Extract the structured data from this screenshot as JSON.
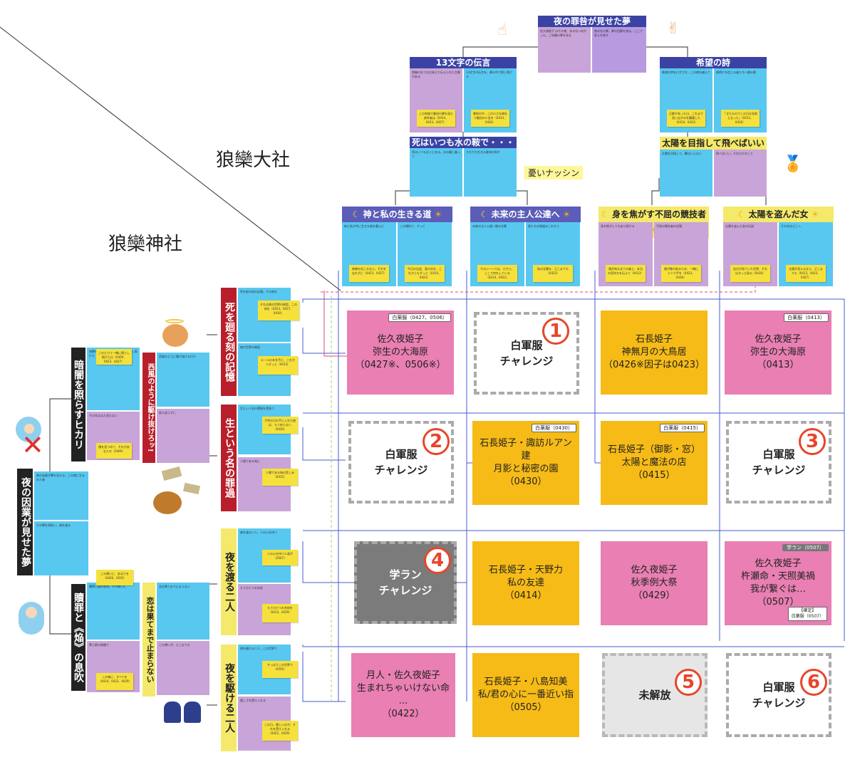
{
  "labels": {
    "taisha": "狼欒大社",
    "jinja": "狼欒神社",
    "natsushin": "憂いナッシン"
  },
  "icons": {
    "hand_one": "☝",
    "hand_two": "✌",
    "medal": "🏅",
    "cross": "✕",
    "baby": "baby-icon",
    "angel": "angel-icon",
    "cat": "cat-icon",
    "money": "money-icon",
    "couple": "couple-icon"
  },
  "top_tree": {
    "root": "夜の罪咎が見せた夢",
    "left": "13文字の伝言",
    "right": "希望の詩",
    "left_sub": "死はいつも水の鞍で・・・",
    "right_sub": "太陽を目指して飛べばいい",
    "leaf1": "神と私の生きる道",
    "leaf2": "未来の主人公達へ",
    "leaf3": "身を焦がす不屈の競技者",
    "leaf4": "太陽を盗んだ女"
  },
  "left_tree": {
    "root": "夜の因業が見せた夢",
    "b1": "暗闇を照らすヒカリ",
    "b2": "贖罪と《焔》の息吹",
    "b1a": "西風のように駆け抜けろッ!",
    "b2a": "恋は果てまで止まらない",
    "r1": "死を廻る刻の記憶",
    "r2": "生という名の罪過",
    "r3": "夜を渡る二人",
    "r4": "夜を駆ける二人"
  },
  "cards": {
    "c11": {
      "tag": "白薬服（0427、0506）",
      "l1": "佐久夜姫子",
      "l2": "弥生の大海原",
      "l3": "（0427※、0506※）"
    },
    "c12": {
      "l1": "白軍服",
      "l2": "チャレンジ",
      "num": "1"
    },
    "c13": {
      "l1": "石長姫子",
      "l2": "神無月の大鳥居",
      "l3": "（0426※因子は0423）"
    },
    "c14": {
      "tag": "白薬服（0413）",
      "l1": "佐久夜姫子",
      "l2": "弥生の大海原",
      "l3": "（0413）"
    },
    "c21": {
      "l1": "白軍服",
      "l2": "チャレンジ",
      "num": "2"
    },
    "c22": {
      "tag": "白薬服（0430）",
      "l1": "石長姫子・諏訪ルアン",
      "l2": "建",
      "l3": "月影と秘密の園",
      "l4": "（0430）"
    },
    "c23": {
      "tag": "白薬服（0415）",
      "l1": "石長姫子（御影・窓）",
      "l2": "太陽と魔法の店",
      "l3": "（0415）"
    },
    "c24": {
      "l1": "白軍服",
      "l2": "チャレンジ",
      "num": "3"
    },
    "c31": {
      "l1": "学ラン",
      "l2": "チャレンジ",
      "num": "4"
    },
    "c32": {
      "l1": "石長姫子・天野力",
      "l2": "私の友達",
      "l3": "（0414）"
    },
    "c33": {
      "l1": "佐久夜姫子",
      "l2": "秋季例大祭",
      "l3": "（0429）"
    },
    "c34": {
      "tag": "学ラン（0507）",
      "l1": "佐久夜姫子",
      "l2": "杵瀬命・天照美禍",
      "l3": "我が繋ぐは…",
      "l4": "（0507）",
      "fixed1": "【確定】",
      "fixed2": "白薬服（0507）"
    },
    "c41": {
      "l1": "月人・佐久夜姫子",
      "l2": "生まれちゃいけない命",
      "l3": "…",
      "l4": "（0422）"
    },
    "c42": {
      "l1": "石長姫子・八島知美",
      "l2": "私/君の心に一番近い指",
      "l3": "（0505）"
    },
    "c43": {
      "l1": "未解放",
      "num": "5"
    },
    "c44": {
      "l1": "白軍服",
      "l2": "チャレンジ",
      "num": "6"
    }
  },
  "stickies": {
    "s_top_l1": "この地域で最初の夢を見た参拝者は（0414、0423、0427）",
    "s_top_l2": "夢前の中、この小さな神社で最初の少女を（0414、0426）",
    "s_top_r1": "正解や失った日、これまで思い出すのを躊躇した（0414、0423）",
    "s_top_r2": "「きたものでこの日の名前となった」（0413、0416）",
    "s_leaf1a": "神様を信じるなら、それを忘れずに（0423、0427）",
    "s_leaf1b": "今日の出会、夏の光を、これからもずっと（0414、0423）",
    "s_leaf2a": "そのシーンでは、だから、ここで何をしている（0414、0421）",
    "s_leaf2b": "私の言葉を、どこまでも（0423）",
    "s_leaf3a": "僕が知る全ての者と、本当の気持ちを伝えて（0413）",
    "s_leaf3b": "僕が勝ち取るため、一緒に二人で手を（0423、0430）",
    "s_leaf4a": "自分が見ていた世界、それはきっと私の（0416）",
    "s_leaf4b": "太陽が見えるなら、どこまでも（0413、0423、0427）",
    "s_r1a": "それは夜の世界の神話、この刻を（0423、0427、0430）",
    "s_r1b": "エールの本を手に、これからずっと（0413）",
    "s_r2a": "子供の日の手に入れた夜は、もう戻らない（0430）",
    "s_r2b": "人間である為の悲しみ（0415）",
    "s_r3a": "人の心を持つ人達が（0507）",
    "s_r3b": "もうひとつの名前を（0414、0429）",
    "s_r4a": "やっぱりこの世界で（0505）",
    "s_r4b": "この日、優しいのが、それを受け入れる（0422、0429）",
    "s_b1a": "このヒカリ一緒に照らし続けた日（0409、0423、0427）",
    "s_b1b": "僕を見つめて、それがあなたの（0409）",
    "s_b2a": "この想いに、あなたを（0426、0505）",
    "s_b2b": "この夜に、すべてを（0414、0422、0429）"
  }
}
